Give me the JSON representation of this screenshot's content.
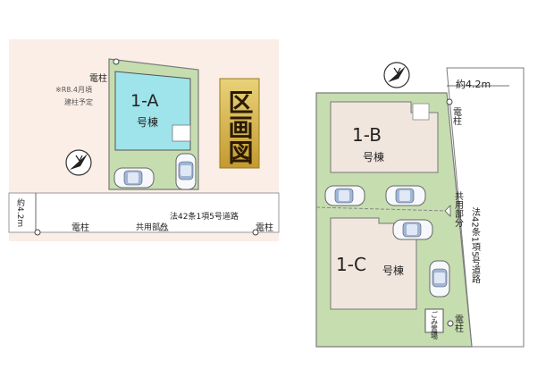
{
  "colors": {
    "lot_green": "#c6ddb0",
    "lot_beige": "#f4ebe0",
    "road": "#ffffff",
    "building_a": "#9ee4ea",
    "building_b": "#f1e6de",
    "sky_left": "#fbeee6",
    "title_gold": "#d2b24a",
    "outline": "#7b7b7b"
  },
  "left_plan": {
    "note": "※R8.4月頃\n建柱予定",
    "note_line1": "※R8.4月頃",
    "note_line2": "建柱予定",
    "pole_top": "電柱",
    "building_name": "1-A",
    "building_suffix": "号棟",
    "title": "区画図",
    "road_width": "約4.2m",
    "road_name": "法42条1項5号道路",
    "shared_part": "共用部分",
    "pole_left": "電柱",
    "pole_right": "電柱",
    "north_icon": "north-arrow-icon"
  },
  "right_plan": {
    "road_width": "約4.2m",
    "pole_top": "電柱",
    "building_b_name": "1-B",
    "building_b_suffix": "号棟",
    "building_c_name": "1-C",
    "building_c_suffix": "号棟",
    "shared_part": "共用部分",
    "road_name": "法42条1項5号道路",
    "garbage": "ごみ置場",
    "pole_bottom": "電柱",
    "north_icon": "north-arrow-icon"
  }
}
